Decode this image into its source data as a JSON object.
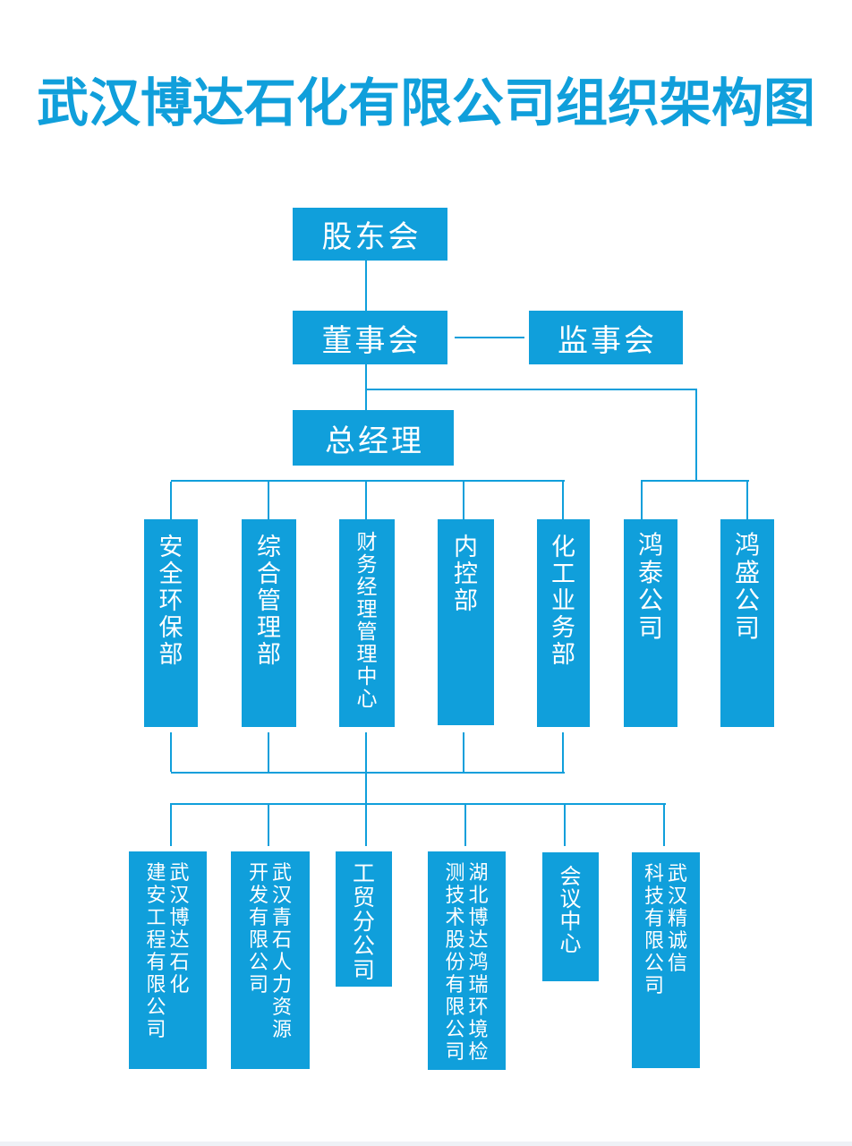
{
  "title": "武汉博达石化有限公司组织架构图",
  "colors": {
    "primary": "#109fdb",
    "box_text": "#ffffff",
    "background": "#ffffff",
    "footer_strip": "#eef1f6"
  },
  "org": {
    "governance": {
      "shareholders": "股东会",
      "board": "董事会",
      "supervisory": "监事会",
      "general_manager": "总经理"
    },
    "departments": [
      {
        "name": "安全环保部",
        "columns": [
          "安全环保部"
        ]
      },
      {
        "name": "综合管理部",
        "columns": [
          "综合管理部"
        ]
      },
      {
        "name": "财务经理管理中心",
        "columns": [
          "财务经理管理中心"
        ]
      },
      {
        "name": "内控部",
        "columns": [
          "内控部"
        ]
      },
      {
        "name": "化工业务部",
        "columns": [
          "化工业务部"
        ]
      }
    ],
    "board_companies": [
      {
        "name": "鸿泰公司",
        "columns": [
          "鸿泰公司"
        ]
      },
      {
        "name": "鸿盛公司",
        "columns": [
          "鸿盛公司"
        ]
      }
    ],
    "subsidiaries": [
      {
        "name": "武汉博达石化建安工程有限公司",
        "columns": [
          "武汉博达石化",
          "建安工程有限公司"
        ]
      },
      {
        "name": "武汉青石人力资源开发有限公司",
        "columns": [
          "武汉青石人力资源",
          "开发有限公司"
        ]
      },
      {
        "name": "工贸分公司",
        "columns": [
          "工贸分公司"
        ]
      },
      {
        "name": "湖北博达鸿瑞环境检测技术股份有限公司",
        "columns": [
          "湖北博达鸿瑞环境检",
          "测技术股份有限公司"
        ]
      },
      {
        "name": "会议中心",
        "columns": [
          "会议中心"
        ]
      },
      {
        "name": "武汉精诚信科技有限公司",
        "columns": [
          "武汉精诚信",
          "科技有限公司"
        ]
      }
    ]
  }
}
